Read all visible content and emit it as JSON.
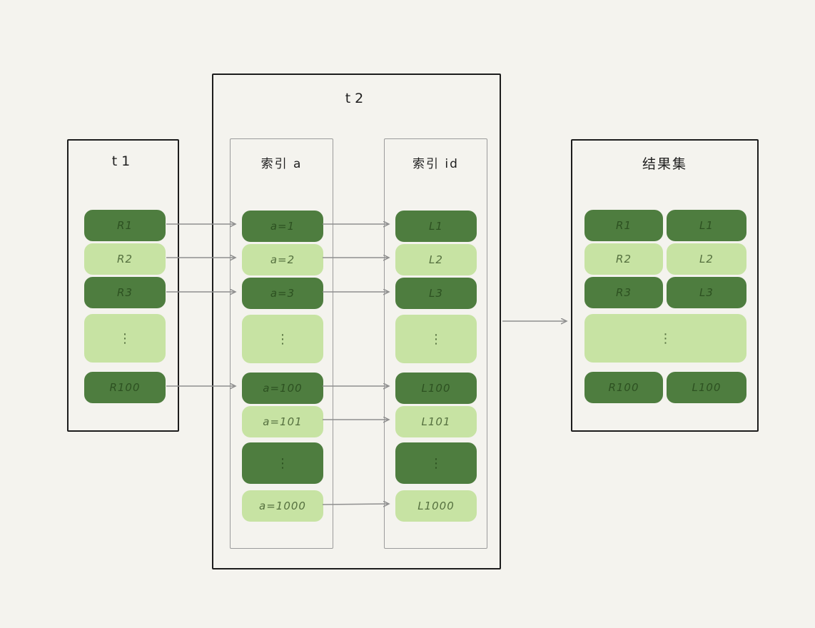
{
  "colors": {
    "background": "#f4f3ee",
    "cell_dark": "#4e7d3f",
    "cell_light": "#c7e3a3",
    "arrow": "#8f8f8f",
    "outer_border": "#1c1c1c",
    "inner_border": "#9b9b9b"
  },
  "t1": {
    "title": "t1",
    "cells": [
      "R1",
      "R2",
      "R3",
      "⋮",
      "R100"
    ]
  },
  "t2": {
    "title": "t2",
    "index_a": {
      "title": "索引 a",
      "cells": [
        "a=1",
        "a=2",
        "a=3",
        "⋮",
        "a=100",
        "a=101",
        "⋮",
        "a=1000"
      ]
    },
    "index_id": {
      "title": "索引 id",
      "cells": [
        "L1",
        "L2",
        "L3",
        "⋮",
        "L100",
        "L101",
        "⋮",
        "L1000"
      ]
    }
  },
  "result": {
    "title": "结果集",
    "rows": [
      [
        "R1",
        "L1"
      ],
      [
        "R2",
        "L2"
      ],
      [
        "R3",
        "L3"
      ],
      [
        "R100",
        "L100"
      ]
    ],
    "dots": "⋮"
  }
}
